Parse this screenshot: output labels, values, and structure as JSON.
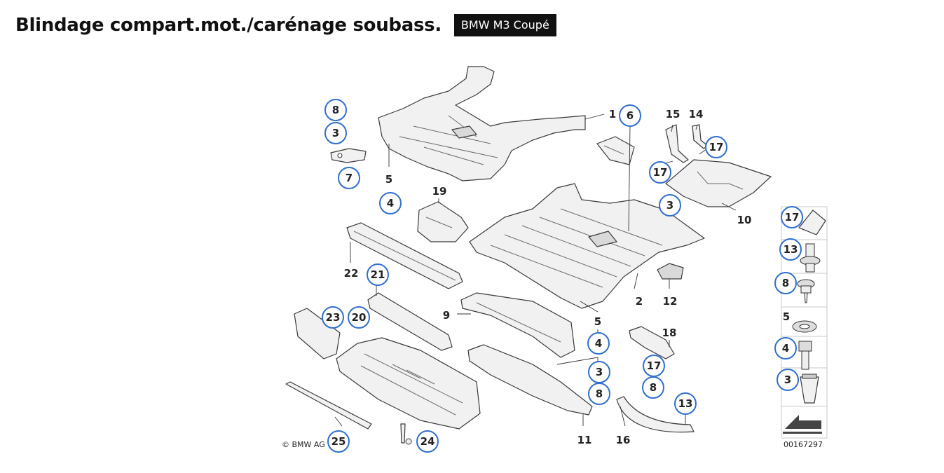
{
  "header": {
    "title": "Blindage compart.mot./carénage soubass.",
    "model_badge": "BMW M3 Coupé"
  },
  "diagram": {
    "copyright": "© BMW AG",
    "ref_number": "00167297",
    "accent_color": "#2f6fcf",
    "callouts": [
      {
        "label": "8",
        "circled": true
      },
      {
        "label": "3",
        "circled": true
      },
      {
        "label": "7",
        "circled": true
      },
      {
        "label": "5",
        "circled": false
      },
      {
        "label": "4",
        "circled": true
      },
      {
        "label": "1",
        "circled": false
      },
      {
        "label": "6",
        "circled": true
      },
      {
        "label": "15",
        "circled": false
      },
      {
        "label": "14",
        "circled": false
      },
      {
        "label": "17",
        "circled": true
      },
      {
        "label": "17",
        "circled": true
      },
      {
        "label": "10",
        "circled": false
      },
      {
        "label": "19",
        "circled": false
      },
      {
        "label": "3",
        "circled": true
      },
      {
        "label": "22",
        "circled": false
      },
      {
        "label": "21",
        "circled": true
      },
      {
        "label": "2",
        "circled": false
      },
      {
        "label": "12",
        "circled": false
      },
      {
        "label": "9",
        "circled": false
      },
      {
        "label": "23",
        "circled": true
      },
      {
        "label": "20",
        "circled": true
      },
      {
        "label": "5",
        "circled": false
      },
      {
        "label": "4",
        "circled": true
      },
      {
        "label": "18",
        "circled": false
      },
      {
        "label": "3",
        "circled": true
      },
      {
        "label": "17",
        "circled": true
      },
      {
        "label": "8",
        "circled": true
      },
      {
        "label": "8",
        "circled": true
      },
      {
        "label": "13",
        "circled": true
      },
      {
        "label": "11",
        "circled": false
      },
      {
        "label": "16",
        "circled": false
      },
      {
        "label": "25",
        "circled": true
      },
      {
        "label": "24",
        "circled": true
      }
    ],
    "legend": [
      {
        "label": "17",
        "circled": true,
        "icon": "clip-nut-icon"
      },
      {
        "label": "13",
        "circled": true,
        "icon": "expanding-rivet-icon"
      },
      {
        "label": "8",
        "circled": true,
        "icon": "collar-screw-icon"
      },
      {
        "label": "5",
        "circled": false,
        "icon": "washer-icon"
      },
      {
        "label": "4",
        "circled": true,
        "icon": "hex-bolt-icon"
      },
      {
        "label": "3",
        "circled": true,
        "icon": "spreader-nut-icon"
      }
    ]
  }
}
